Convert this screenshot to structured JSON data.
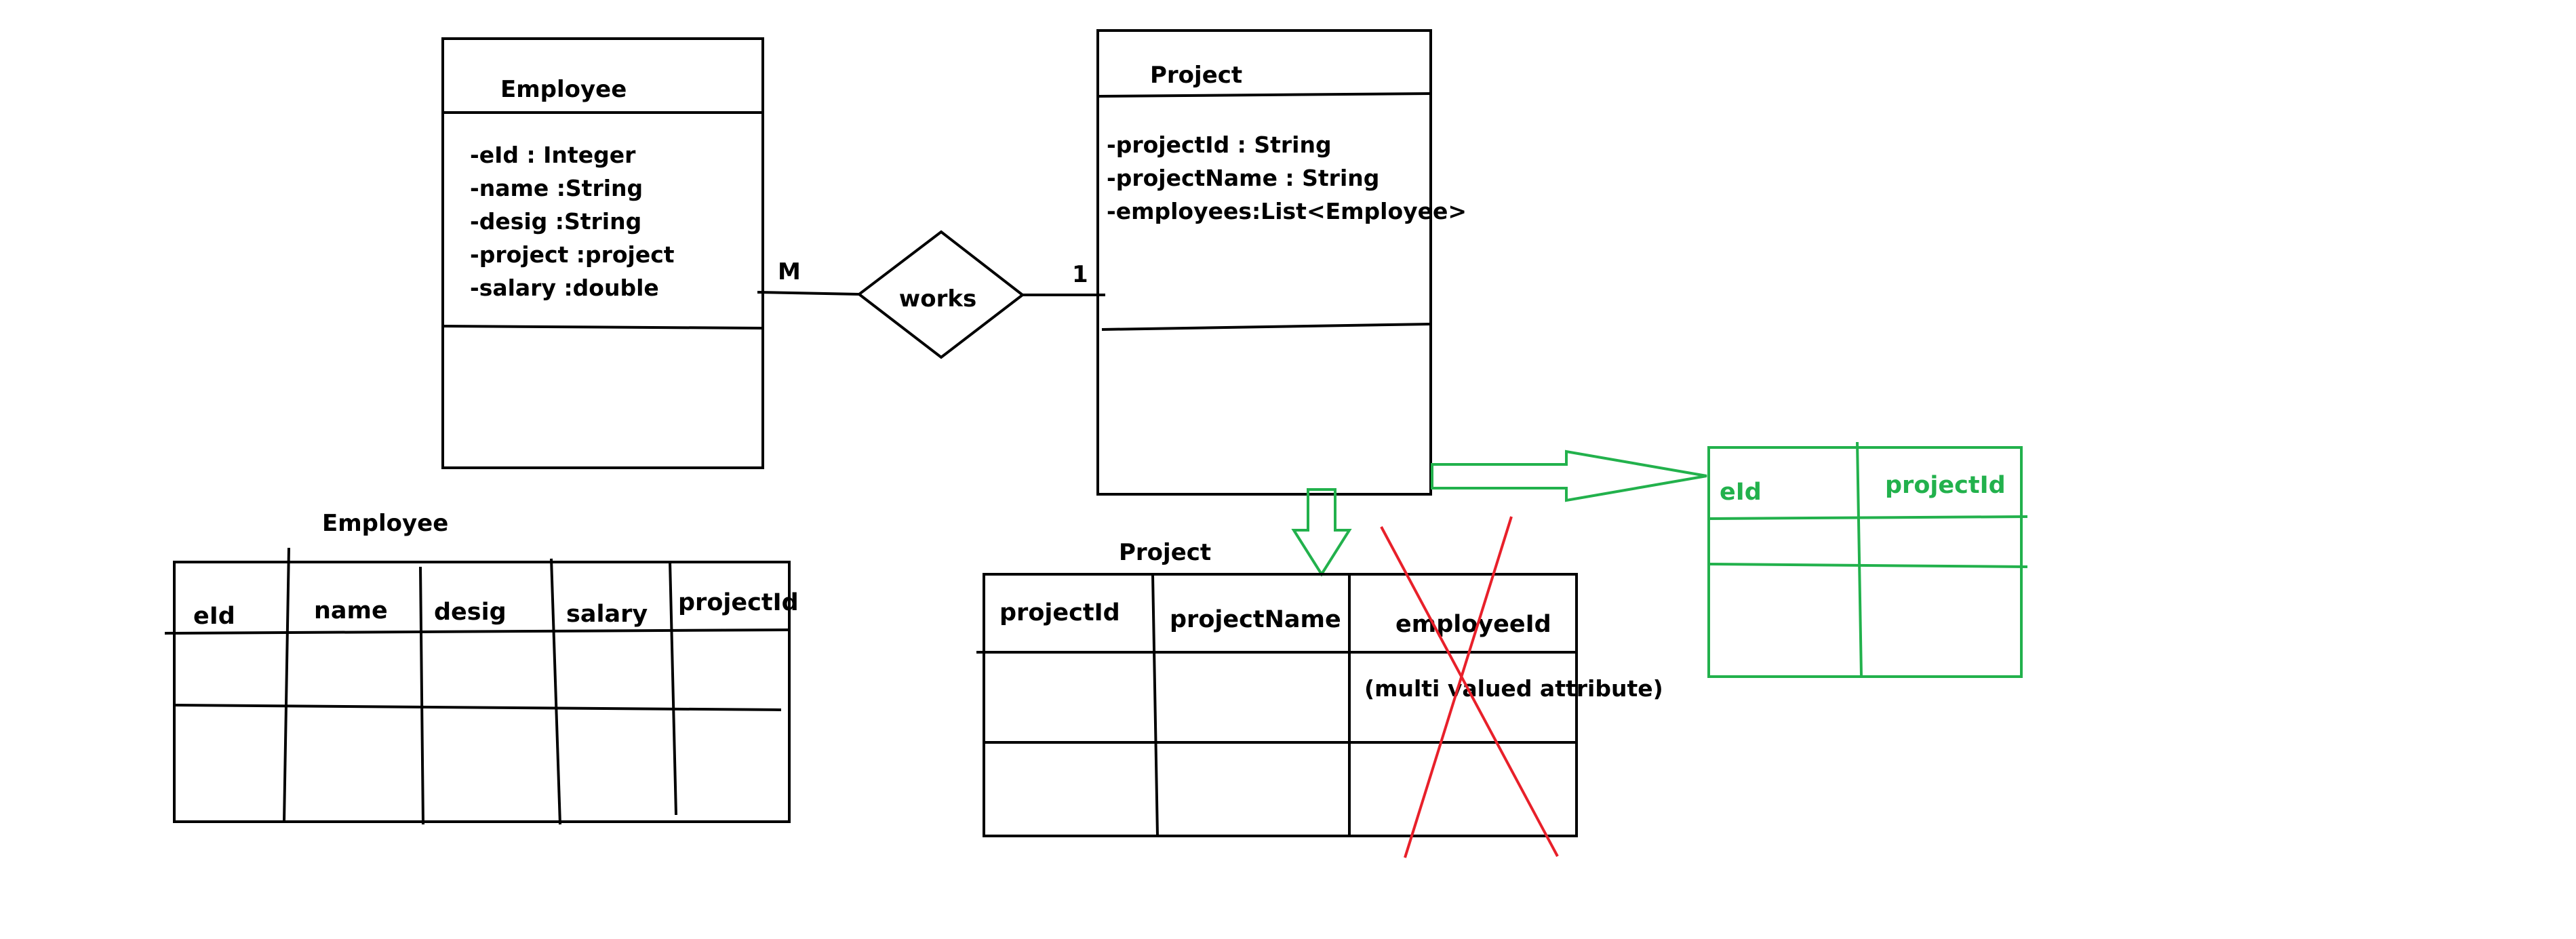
{
  "uml": {
    "employee_class": {
      "name": "Employee",
      "attributes": [
        "-eId : Integer",
        "-name :String",
        "-desig :String",
        "-project :project",
        "-salary :double"
      ]
    },
    "project_class": {
      "name": "Project",
      "attributes": [
        "-projectId : String",
        "-projectName : String",
        "-employees:List<Employee>"
      ]
    },
    "relationship": {
      "label": "works",
      "left_cardinality": "M",
      "right_cardinality": "1"
    }
  },
  "tables": {
    "employee": {
      "title": "Employee",
      "columns": [
        "eId",
        "name",
        "desig",
        "salary",
        "projectId"
      ]
    },
    "project": {
      "title": "Project",
      "columns": [
        "projectId",
        "projectName",
        "employeeId"
      ],
      "note": "(multi valued attribute)"
    },
    "join": {
      "columns": [
        "eId",
        "projectId"
      ]
    }
  },
  "colors": {
    "ink": "#000000",
    "cross": "#e8202a",
    "join": "#22b14c"
  }
}
